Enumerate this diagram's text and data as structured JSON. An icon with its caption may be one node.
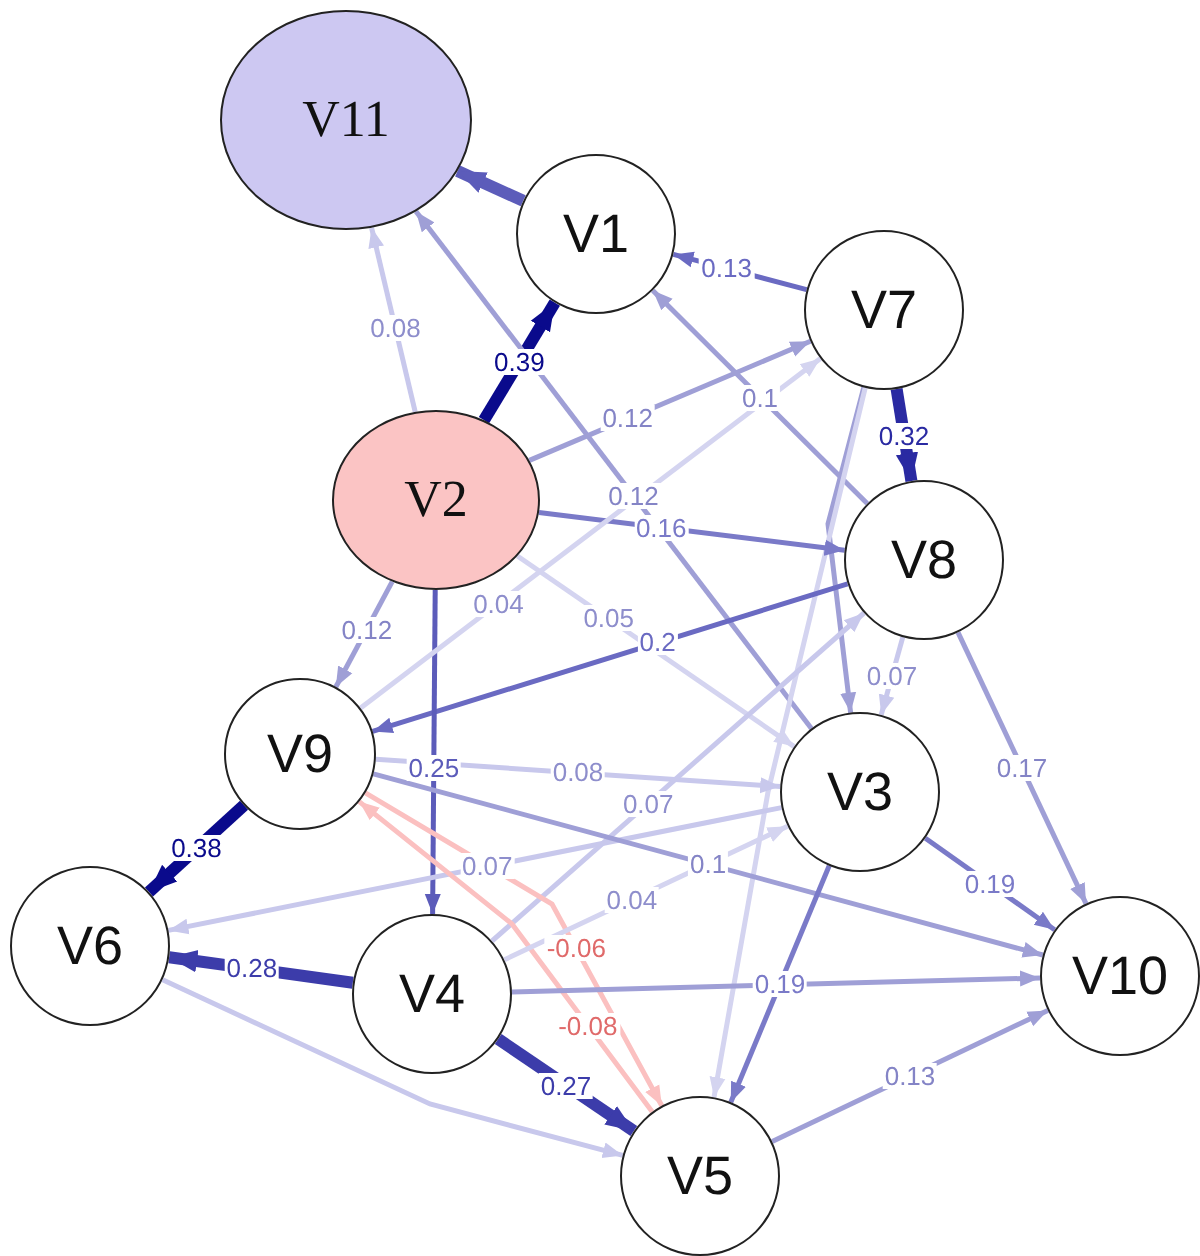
{
  "diagram": {
    "nodes": [
      {
        "text": [
          "V11"
        ]
      },
      {
        "text": [
          "V1"
        ]
      },
      {
        "text": [
          "V7"
        ]
      },
      {
        "text": [
          "V2"
        ]
      },
      {
        "text": [
          "V8"
        ]
      },
      {
        "text": [
          "V9"
        ]
      },
      {
        "text": [
          "V3"
        ]
      },
      {
        "text": [
          "V6"
        ]
      },
      {
        "text": [
          "V4"
        ]
      },
      {
        "text": [
          "V10"
        ]
      },
      {
        "text": [
          "V5"
        ]
      }
    ],
    "edges": [
      {
        "from": 1,
        "to": 0,
        "arrow": "to",
        "style": "thick",
        "color": "#5c5cba"
      },
      {
        "from": 2,
        "to": 1,
        "arrow": "to",
        "label": "0.13",
        "color": "#6a6ac2"
      },
      {
        "from": 3,
        "to": 1,
        "arrow": "to",
        "label": "0.39",
        "style": "thick",
        "color": "#0a0a8c"
      },
      {
        "from": 3,
        "to": 0,
        "arrow": "to",
        "label": "0.08",
        "color": "#c8c8ec"
      },
      {
        "from": 6,
        "to": 0,
        "arrow": "to",
        "label": "0.12"
      },
      {
        "from": 4,
        "to": 1,
        "arrow": "to",
        "label": "0.1"
      },
      {
        "from": 3,
        "to": 2,
        "arrow": "to",
        "label": "0.12"
      },
      {
        "from": 2,
        "to": 4,
        "arrow": "to",
        "label": "0.32",
        "style": "thick",
        "color": "#2a2aa2"
      },
      {
        "from": 2,
        "to": 6,
        "arrow": "to"
      },
      {
        "from": 2,
        "to": 10,
        "arrow": "to",
        "color": "#d4d4f0"
      },
      {
        "from": 3,
        "to": 4,
        "arrow": "to",
        "label": "0.16",
        "color": "#7a7ac8"
      },
      {
        "from": 4,
        "to": 5,
        "arrow": "to",
        "label": "0.2",
        "color": "#6a6ac2"
      },
      {
        "from": 3,
        "to": 5,
        "arrow": "to",
        "label": "0.12"
      },
      {
        "from": 3,
        "to": 8,
        "arrow": "to",
        "label": "0.25",
        "color": "#5c5cba"
      },
      {
        "from": 3,
        "to": 6,
        "arrow": "to",
        "label": "0.05",
        "color": "#d4d4f0"
      },
      {
        "from": 5,
        "to": 2,
        "arrow": "to",
        "label": "0.04",
        "color": "#d4d4f0"
      },
      {
        "from": 4,
        "to": 6,
        "arrow": "to",
        "label": "0.07",
        "color": "#c8c8ec"
      },
      {
        "from": 5,
        "to": 6,
        "arrow": "to",
        "label": "0.08",
        "color": "#c8c8ec"
      },
      {
        "from": 8,
        "to": 4,
        "arrow": "to",
        "label": "0.07",
        "color": "#c8c8ec"
      },
      {
        "from": 6,
        "to": 7,
        "arrow": "to",
        "label": "0.07",
        "color": "#c8c8ec"
      },
      {
        "from": 10,
        "to": 5,
        "arrow": "to",
        "label": "-0.08",
        "color": "#fbc0c0"
      },
      {
        "from": 5,
        "to": 10,
        "arrow": "to",
        "label": "-0.06",
        "color": "#fbc0c0"
      },
      {
        "from": 5,
        "to": 9,
        "arrow": "to",
        "label": "0.1"
      },
      {
        "from": 8,
        "to": 6,
        "arrow": "to",
        "label": "0.04",
        "color": "#d4d4f0"
      },
      {
        "from": 8,
        "to": 9,
        "arrow": "to"
      },
      {
        "from": 6,
        "to": 10,
        "arrow": "to",
        "label": "0.19",
        "color": "#7a7ac8"
      },
      {
        "from": 6,
        "to": 9,
        "arrow": "to",
        "label": "0.19",
        "color": "#7a7ac8"
      },
      {
        "from": 4,
        "to": 9,
        "arrow": "to",
        "label": "0.17"
      },
      {
        "from": 5,
        "to": 7,
        "arrow": "to",
        "label": "0.38",
        "style": "thick",
        "color": "#0a0a8c"
      },
      {
        "from": 8,
        "to": 7,
        "arrow": "to",
        "label": "0.28",
        "style": "thick",
        "color": "#3c3caa"
      },
      {
        "from": 8,
        "to": 10,
        "arrow": "to",
        "label": "0.27",
        "style": "thick",
        "color": "#3c3caa"
      },
      {
        "from": 7,
        "to": 10,
        "arrow": "to",
        "color": "#c8c8ec"
      },
      {
        "from": 10,
        "to": 9,
        "arrow": "to",
        "label": "0.13"
      }
    ]
  }
}
